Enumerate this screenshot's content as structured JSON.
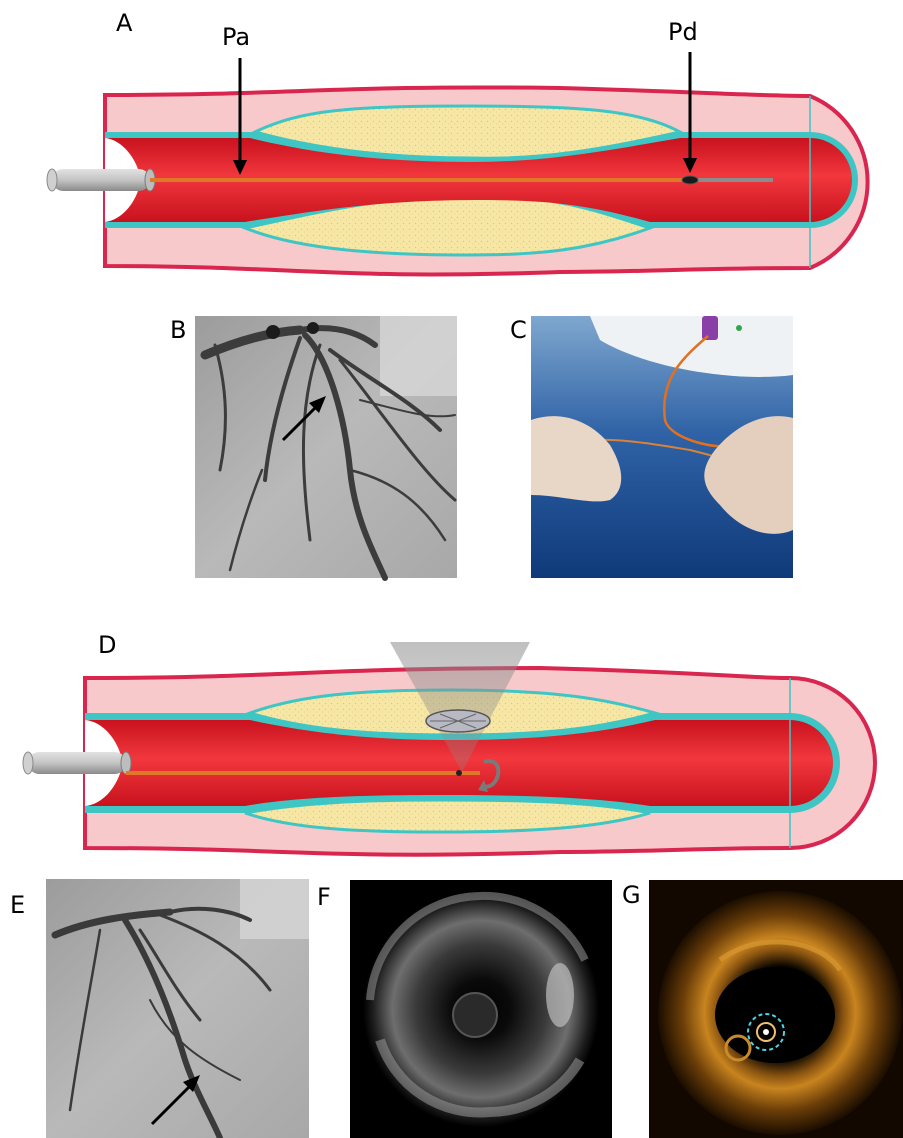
{
  "panels": {
    "a": {
      "letter": "A",
      "proximal_label": "Pa",
      "distal_label": "Pd"
    },
    "b": {
      "letter": "B"
    },
    "c": {
      "letter": "C"
    },
    "d": {
      "letter": "D"
    },
    "e": {
      "letter": "E"
    },
    "f": {
      "letter": "F"
    },
    "g": {
      "letter": "G"
    }
  },
  "colors": {
    "vessel_wall": "#f7c9cb",
    "vessel_outline": "#d8264f",
    "intima": "#3fc6c4",
    "lumen": "#e8252e",
    "plaque": "#f6e7a6",
    "guidewire": "#e0782a",
    "catheter": "#b5b5b5"
  },
  "icons": {
    "pressure_sensor": "pressure-sensor-icon",
    "rotation_arrow": "rotation-arrow-icon",
    "imaging_beam": "imaging-cone-icon"
  }
}
